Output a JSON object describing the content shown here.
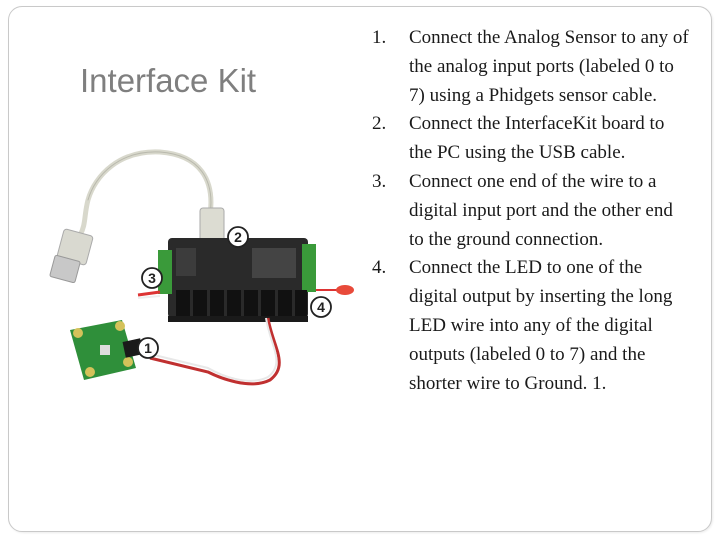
{
  "slide": {
    "title": "Interface Kit",
    "steps": [
      {
        "num": "1.",
        "text": "Connect the Analog Sensor to any of the analog input ports (labeled 0 to 7) using a Phidgets sensor cable."
      },
      {
        "num": "2.",
        "text": "Connect the InterfaceKit board to the PC using the USB cable."
      },
      {
        "num": "3.",
        "text": "Connect one end of the wire to a digital input port and the other end to the ground connection."
      },
      {
        "num": "4.",
        "text": "Connect the LED to one of the digital output by inserting the long LED wire into any of the digital outputs (labeled 0 to 7) and the shorter wire to Ground. 1."
      }
    ]
  },
  "photo": {
    "callouts": [
      "1",
      "2",
      "3",
      "4"
    ],
    "colors": {
      "board": "#222222",
      "terminal_green": "#3a9a3a",
      "sensor_board": "#2f8f3a",
      "cable": "#d8d8cc",
      "led_red": "#e84a3a"
    }
  }
}
